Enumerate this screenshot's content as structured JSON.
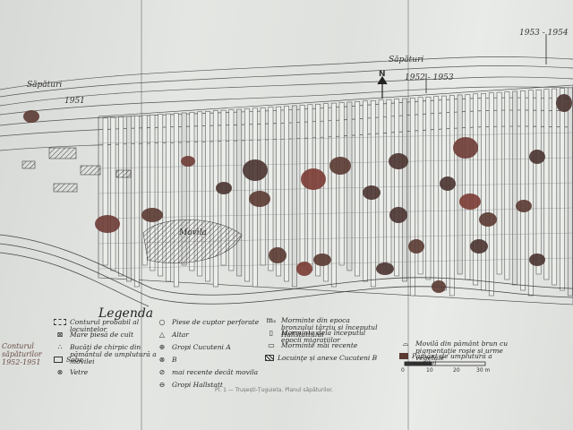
{
  "labels": {
    "sapaturi_left": "Săpături",
    "sapaturi_right": "Săpături",
    "year_1951": "1951",
    "year_1952_1953": "1952 - 1953",
    "year_1953_1954": "1953 - 1954",
    "north": "N",
    "movila": "Movila",
    "inventory_note": "Conturul săpăturilor 1952-1951"
  },
  "legend": {
    "title": "Legenda",
    "items": [
      {
        "symbol": "dash",
        "text": "Conturul probabil al locuinţelor"
      },
      {
        "symbol": "xbox",
        "text": "Mare piesă de cult"
      },
      {
        "symbol": "dots",
        "text": "Bucăţi de chirpic din pământul de umplutură a movilei"
      },
      {
        "symbol": "box",
        "text": "Sobe"
      },
      {
        "symbol": "circlex",
        "text": "Vetre"
      },
      {
        "symbol": "circle",
        "text": "Piese de cuptor perforate"
      },
      {
        "symbol": "triangle",
        "text": "Altar"
      },
      {
        "symbol": "gA",
        "text": "Gropi Cucuteni A"
      },
      {
        "symbol": "gB",
        "text": "B"
      },
      {
        "symbol": "mr",
        "text": "mai recente decât movila"
      },
      {
        "symbol": "hh",
        "text": "Gropi Hallstatt"
      },
      {
        "symbol": "m1",
        "text": "Morminte din epoca bronzului târziu și începutul Hallstattului"
      },
      {
        "symbol": "m2",
        "text": "Morminte dela începutul epocii migraţiilor"
      },
      {
        "symbol": "m3",
        "text": "Morminte mai recente"
      },
      {
        "symbol": "hatch",
        "text": "Locuinţe și anexe Cucuteni B"
      },
      {
        "symbol": "mound",
        "text": "Movilă din pământ brun cu pigmentaţie roșie și urme vegetale"
      },
      {
        "symbol": "dark",
        "text": "Pământ de umplutură a movilei"
      }
    ]
  },
  "scale": {
    "ticks": [
      "0",
      "10",
      "20",
      "30 m"
    ]
  },
  "caption": "Pl. 1 — Trușești-Țuguieta. Planul săpăturilor.",
  "colors": {
    "paper": "#e2e4e1",
    "ink": "#333333",
    "fill_dark": "#5a3a32",
    "fill_red": "#7a3b33"
  }
}
